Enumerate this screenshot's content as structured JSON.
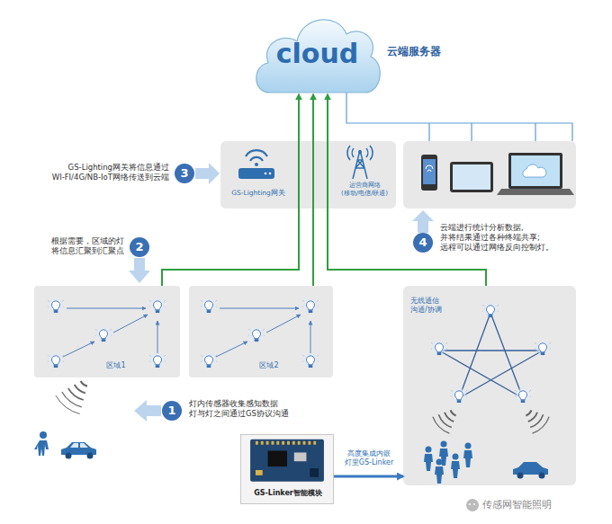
{
  "diagram": {
    "nodes": [
      {
        "text": [
          "cloud",
          "云端服务器"
        ]
      },
      {
        "text": [
          "GS-Lighting网关",
          "运营商网络 (移动/电信/联通)"
        ]
      },
      {
        "text": [
          "区域1"
        ]
      },
      {
        "text": [
          "区域2"
        ]
      },
      {
        "text": [
          "无线通信 沟通/协调"
        ]
      },
      {
        "text": [
          "GS-Linker智能模块"
        ]
      }
    ],
    "edges": [
      {
        "from": 2,
        "to": 0,
        "arrow": "to"
      },
      {
        "from": 3,
        "to": 0,
        "arrow": "to"
      },
      {
        "from": 4,
        "to": 0,
        "arrow": "to"
      },
      {
        "from": 5,
        "to": 4,
        "arrow": "to",
        "label": "高度集成内嵌 灯里GS-Linker"
      }
    ],
    "labels": [
      "3",
      "GS-Lighting网关将信息通过 WI-FI/4G/NB-IoT网络传送到云端",
      "4",
      "云端进行统计分析数据, 并将结果通过各种终端共享; 远程可以通过网络反向控制灯。",
      "2",
      "根据需要，区域的灯 将信息汇聚到汇聚点",
      "1",
      "灯内传感器收集感知数据 灯与灯之间通过GS协议沟通",
      "传感网智能照明"
    ]
  }
}
